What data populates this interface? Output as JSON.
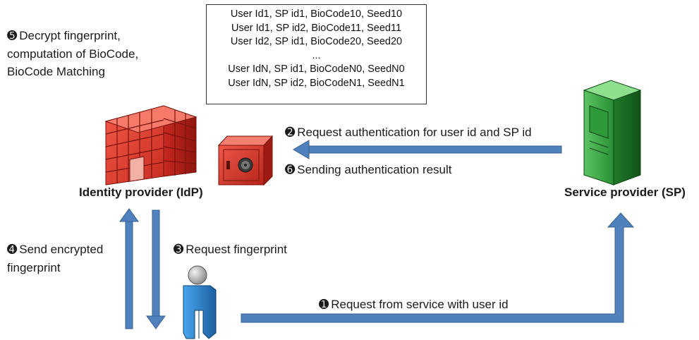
{
  "records": {
    "rows": [
      "User Id1, SP id1, BioCode10, Seed10",
      "User Id1, SP id2, BioCode11, Seed11",
      "User Id2, SP id1, BioCode20, Seed20",
      "...",
      "User  IdN, SP id1, BioCodeN0, SeedN0",
      "User IdN, SP id2, BioCodeN1, SeedN1"
    ]
  },
  "steps": {
    "s1": {
      "marker": "➊",
      "text": "Request from service with user id"
    },
    "s2": {
      "marker": "➋",
      "text": "Request authentication  for user id and SP id"
    },
    "s3": {
      "marker": "➌",
      "text": "Request fingerprint"
    },
    "s4": {
      "marker": "➍",
      "lines": [
        "Send encrypted",
        "fingerprint"
      ]
    },
    "s5": {
      "marker": "➎",
      "lines": [
        "Decrypt fingerprint,",
        "computation of BioCode,",
        "BioCode Matching"
      ]
    },
    "s6": {
      "marker": "➏",
      "text": "Sending authentication result"
    }
  },
  "nodes": {
    "idp": {
      "label": "Identity provider (IdP)",
      "icon": "building-icon"
    },
    "sp": {
      "label": "Service provider (SP)",
      "icon": "server-icon"
    },
    "safe": {
      "icon": "safe-icon"
    },
    "user": {
      "icon": "user-icon"
    }
  },
  "colors": {
    "arrow": "#4f81bd",
    "arrow_edge": "#365f91",
    "building": "#e8463a",
    "server": "#3aa845",
    "safe": "#e03a2c",
    "user": "#2e86d6"
  }
}
